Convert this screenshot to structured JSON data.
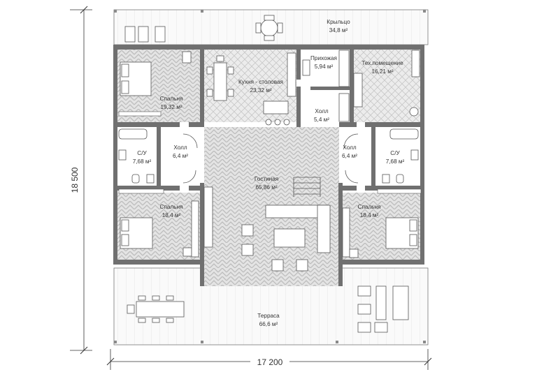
{
  "dimensions": {
    "width": "17 200",
    "height": "18 500"
  },
  "rooms": [
    {
      "id": "porch",
      "name": "Крыльцо",
      "area": "34,8 м²"
    },
    {
      "id": "hallway",
      "name": "Прихожая",
      "area": "5,94 м²"
    },
    {
      "id": "tech",
      "name": "Тех.помещение",
      "area": "16,21 м²"
    },
    {
      "id": "bedroom-1",
      "name": "Спальня",
      "area": "19,32 м²"
    },
    {
      "id": "kitchen",
      "name": "Кухня - столовая",
      "area": "23,32 м²"
    },
    {
      "id": "hall-center",
      "name": "Холл",
      "area": "5,4 м²"
    },
    {
      "id": "bath-left",
      "name": "С/У",
      "area": "7,68 м²"
    },
    {
      "id": "hall-left",
      "name": "Холл",
      "area": "6,4 м²"
    },
    {
      "id": "hall-right",
      "name": "Холл",
      "area": "6,4 м²"
    },
    {
      "id": "bath-right",
      "name": "С/У",
      "area": "7,68 м²"
    },
    {
      "id": "living",
      "name": "Гостиная",
      "area": "65,86 м²"
    },
    {
      "id": "bedroom-2",
      "name": "Спальня",
      "area": "18,4 м²"
    },
    {
      "id": "bedroom-3",
      "name": "Спальня",
      "area": "18,4 м²"
    },
    {
      "id": "terrace",
      "name": "Терраса",
      "area": "66,6 м²"
    }
  ]
}
